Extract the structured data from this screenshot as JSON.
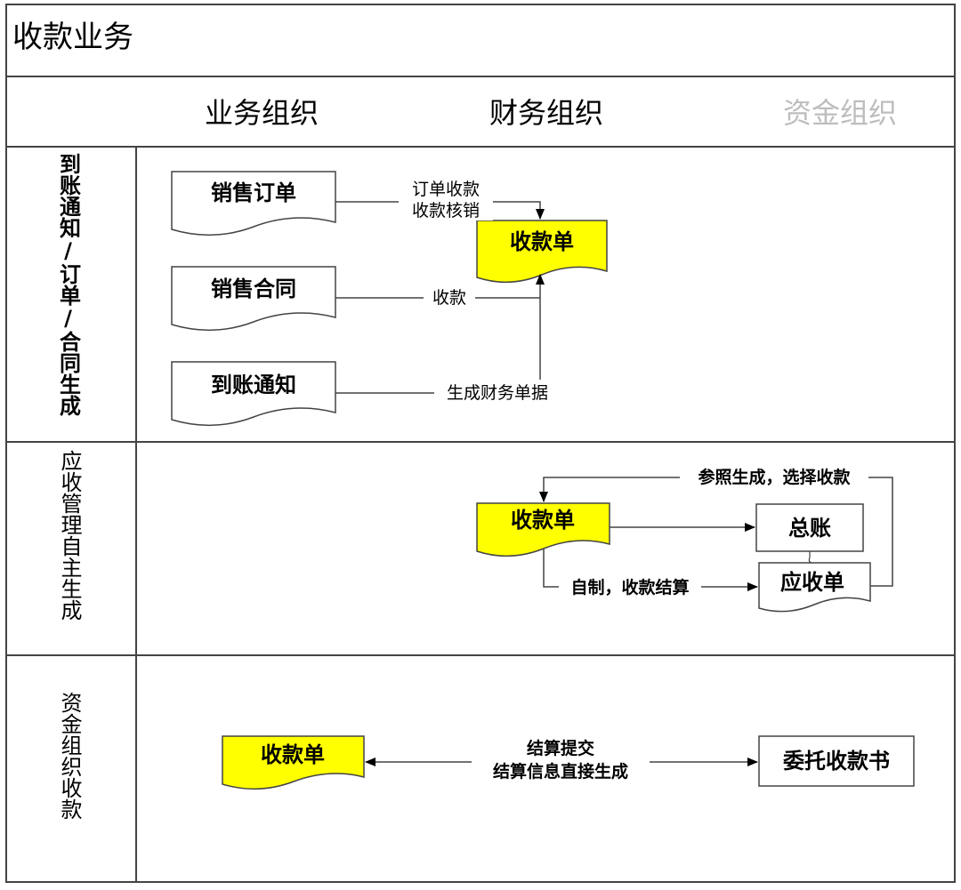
{
  "title": "收款业务",
  "columns": [
    "业务组织",
    "财务组织",
    "资金组织"
  ],
  "lanes": [
    {
      "label": "到账通知/订单/合同生成"
    },
    {
      "label": "应收管理自主生成"
    },
    {
      "label": "资金组织收款"
    }
  ],
  "nodes": {
    "sales_order": "销售订单",
    "sales_contract": "销售合同",
    "arrival_notice": "到账通知",
    "receipt_1": "收款单",
    "receipt_2": "收款单",
    "general_ledger": "总账",
    "receivable": "应收单",
    "receipt_3": "收款单",
    "entrust_letter": "委托收款书"
  },
  "edge_labels": {
    "order_to_receipt_1": "订单收款",
    "order_to_receipt_2": "收款核销",
    "contract_to_receipt": "收款",
    "notice_to_receipt": "生成财务单据",
    "receivable_back": "参照生成，选择收款",
    "receipt_to_receivable": "自制，收款结算",
    "settle_1": "结算提交",
    "settle_2": "结算信息直接生成"
  },
  "colors": {
    "highlight": "#ffff00",
    "line": "#444444",
    "muted_text": "#bdbdbd"
  }
}
